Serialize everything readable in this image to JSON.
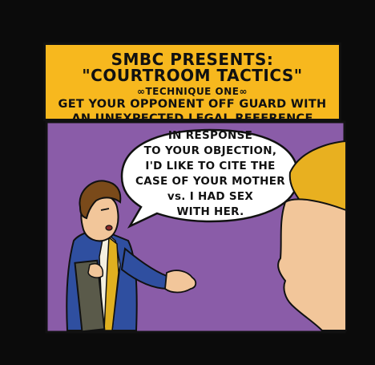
{
  "caption": {
    "title": "SMBC PRESENTS: \"COURTROOM TACTICS\"",
    "subtitle": "∞TECHNIQUE ONE∞",
    "line1": "GET YOUR OPPONENT OFF GUARD WITH",
    "line2": "AN UNEXPECTED LEGAL REFERENCE"
  },
  "speech": {
    "line1": "IN RESPONSE",
    "line2": "TO YOUR OBJECTION,",
    "line3": "I'D LIKE TO CITE THE",
    "line4": "CASE OF YOUR MOTHER",
    "line5": "vs. I HAD SEX",
    "line6": "WITH HER."
  },
  "colors": {
    "border": "#0b0b0b",
    "caption_bg": "#f7b81e",
    "scene_bg": "#8a5ca8",
    "suit": "#2f4fa0",
    "tie": "#e0b020",
    "skin": "#f2c69a",
    "hair": "#7a4a1a",
    "blond_hair": "#e8b020",
    "folder": "#5a5a4a"
  }
}
